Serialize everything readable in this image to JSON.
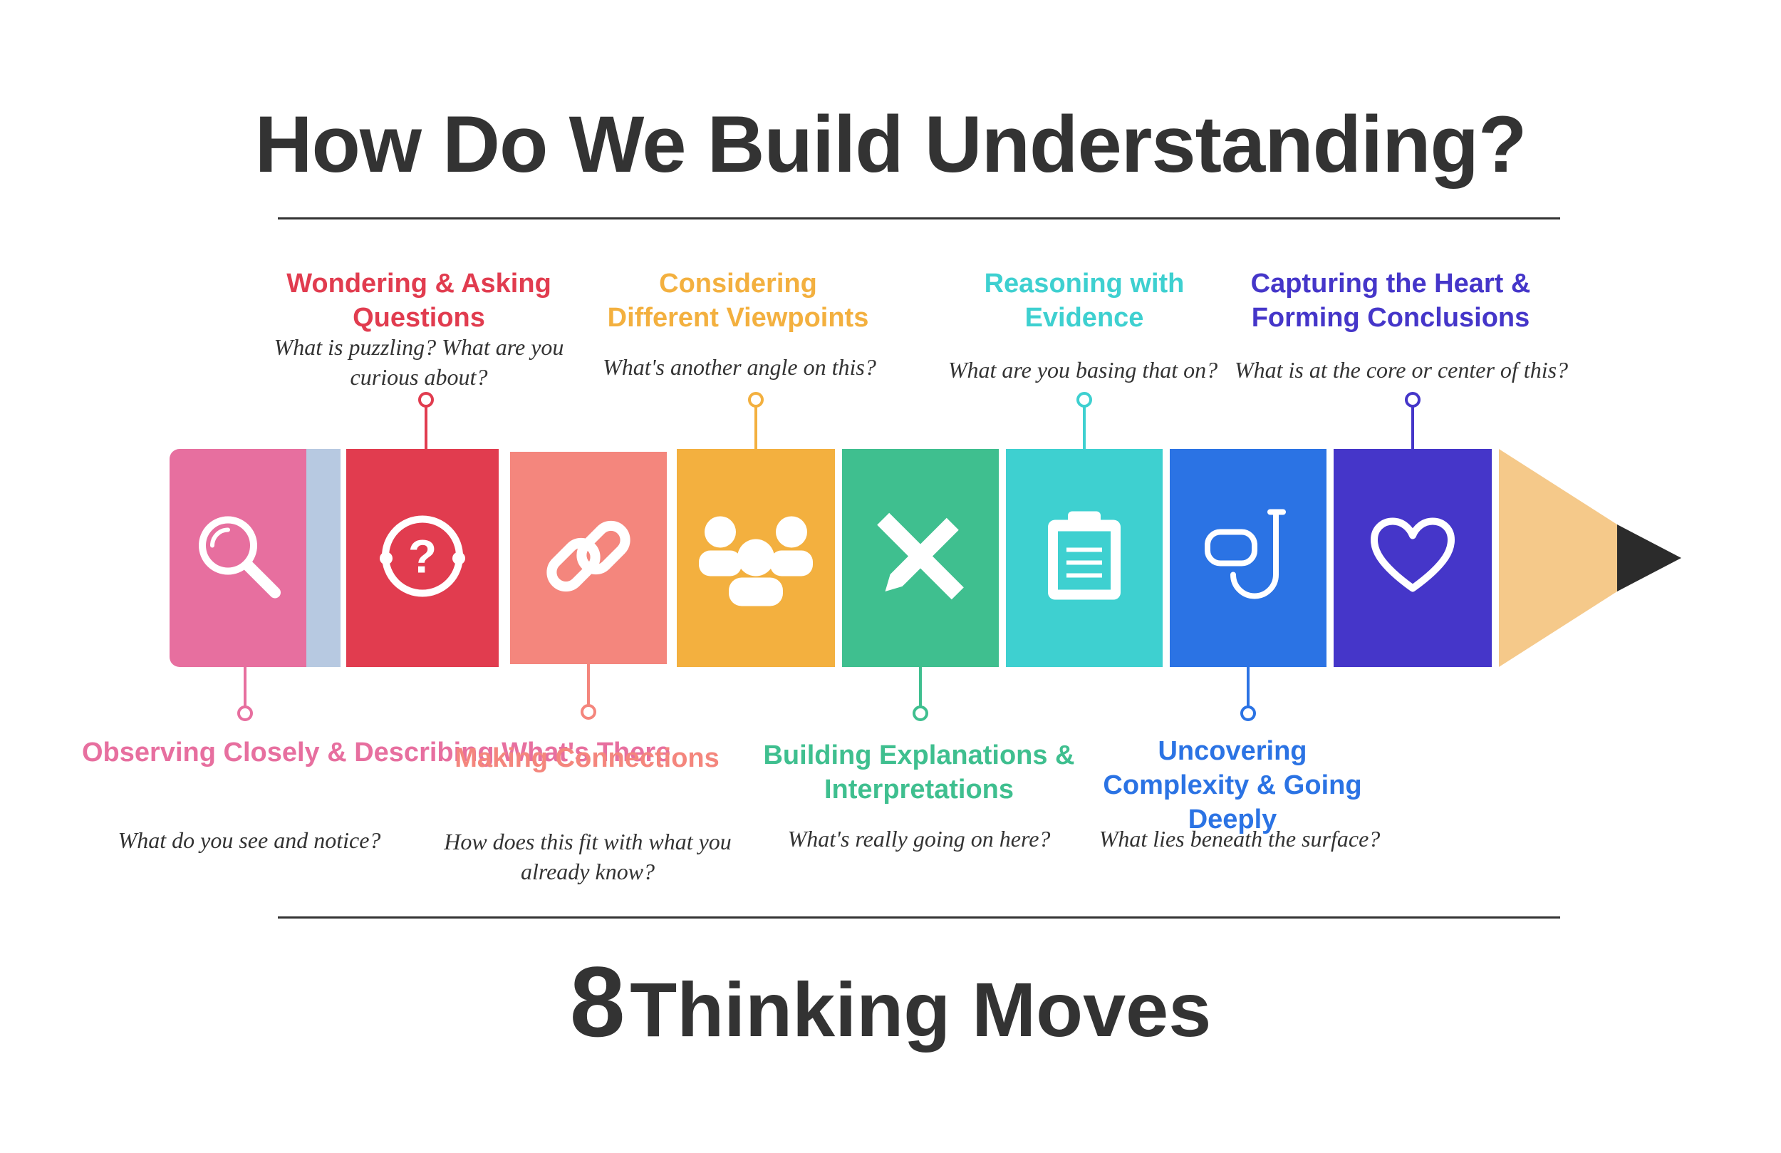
{
  "title": "How Do We Build Understanding?",
  "bottom_title": {
    "number": "8",
    "text": "Thinking Moves"
  },
  "moves": [
    {
      "label": "Observing Closely & Describing What's There",
      "question": "What do you see and notice?",
      "color": "#e76f9f",
      "icon": "magnifying-glass-icon",
      "position": "below"
    },
    {
      "label": "Wondering & Asking Questions",
      "question": "What is puzzling? What are you curious about?",
      "color": "#e13c4f",
      "icon": "question-head-icon",
      "position": "above"
    },
    {
      "label": "Making  Connections",
      "question": "How does this fit with what you already know?",
      "color": "#f4867d",
      "icon": "chain-link-icon",
      "position": "below"
    },
    {
      "label": "Considering Different Viewpoints",
      "question": "What's another angle on this?",
      "color": "#f3b03f",
      "icon": "people-viewpoints-icon",
      "position": "above"
    },
    {
      "label": "Building Explanations & Interpretations",
      "question": "What's really going on here?",
      "color": "#3fbf8f",
      "icon": "pencil-ruler-icon",
      "position": "below"
    },
    {
      "label": "Reasoning with Evidence",
      "question": "What are you basing that on?",
      "color": "#3ed0d0",
      "icon": "clipboard-icon",
      "position": "above"
    },
    {
      "label": "Uncovering Complexity & Going Deeply",
      "question": "What lies beneath the surface?",
      "color": "#2b73e4",
      "icon": "snorkel-mask-icon",
      "position": "below"
    },
    {
      "label": "Capturing the Heart & Forming Conclusions",
      "question": "What is at the core or center of this?",
      "color": "#4536c9",
      "icon": "heart-icon",
      "position": "above"
    }
  ],
  "pencil_colors": {
    "ferrule": "#b7c9e1",
    "wood": "#f5c98a",
    "tip": "#2b2b2b"
  }
}
